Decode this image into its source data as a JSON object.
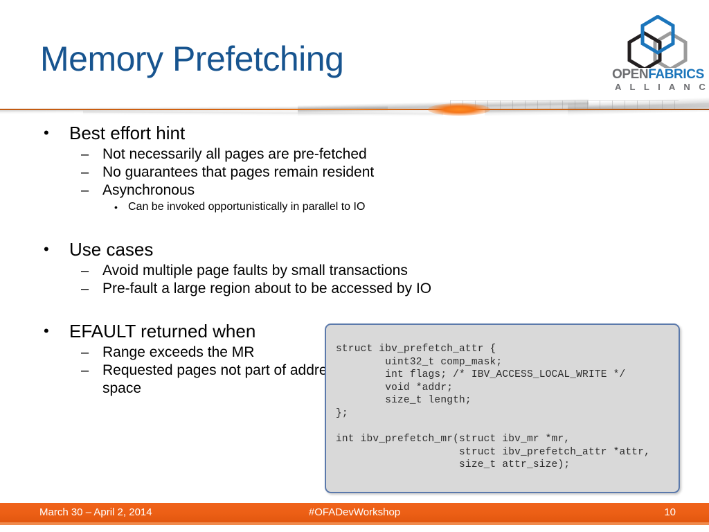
{
  "slide": {
    "title": "Memory Prefetching"
  },
  "logo": {
    "name": "openfabrics-alliance-logo",
    "word_open": "OPEN",
    "word_fabrics": "FABRICS",
    "alliance": "A L L I A N C E",
    "colors": {
      "hex_blue": "#1b75bb",
      "hex_black": "#231f20",
      "hex_gray": "#9b9b9b",
      "text_gray": "#6d6e71",
      "text_blue": "#1b75bb"
    }
  },
  "content": {
    "groups": [
      {
        "bullet": "•",
        "text": "Best effort hint",
        "children": [
          {
            "bullet": "–",
            "text": "Not necessarily all pages are pre-fetched"
          },
          {
            "bullet": "–",
            "text": "No guarantees that pages remain resident"
          },
          {
            "bullet": "–",
            "text": "Asynchronous"
          }
        ],
        "grandchildren": [
          {
            "bullet": "•",
            "text": "Can be invoked opportunistically in parallel to IO"
          }
        ]
      },
      {
        "bullet": "•",
        "text": "Use cases",
        "children": [
          {
            "bullet": "–",
            "text": "Avoid multiple page faults by small transactions"
          },
          {
            "bullet": "–",
            "text": "Pre-fault a large region about to be accessed by IO"
          }
        ]
      },
      {
        "bullet": "•",
        "text": "EFAULT returned when",
        "children": [
          {
            "bullet": "–",
            "text": "Range exceeds the MR"
          },
          {
            "bullet": "–",
            "text": "Requested pages not part of address space"
          }
        ]
      }
    ]
  },
  "code": {
    "listing": "struct ibv_prefetch_attr {\n        uint32_t comp_mask;\n        int flags; /* IBV_ACCESS_LOCAL_WRITE */\n        void *addr;\n        size_t length;\n};\n\nint ibv_prefetch_mr(struct ibv_mr *mr,\n                    struct ibv_prefetch_attr *attr,\n                    size_t attr_size);",
    "border_color": "#5b79ab",
    "fill_color": "#d9d9d9"
  },
  "footer": {
    "date": "March 30 – April 2, 2014",
    "hashtag": "#OFADevWorkshop",
    "page_number": "10",
    "background_color": "#ec5f15"
  },
  "theme": {
    "title_color": "#17548f",
    "accent_orange": "#f0631b"
  }
}
